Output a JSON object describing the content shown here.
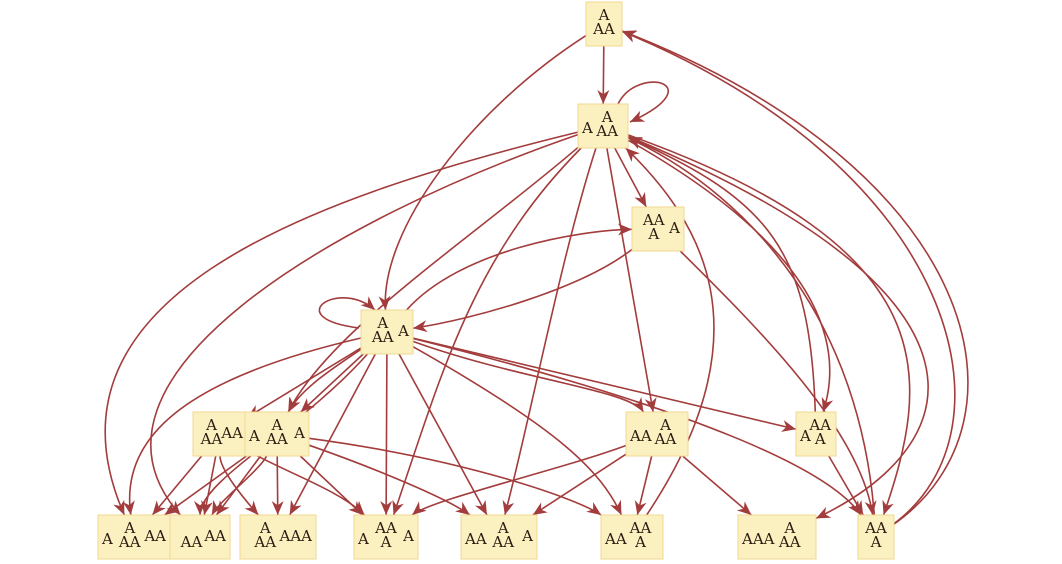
{
  "graph": {
    "nodes": [
      {
        "id": "n0",
        "lines": [
          "A",
          "AA"
        ]
      },
      {
        "id": "n1",
        "lines": [
          "A",
          "AA"
        ],
        "prefix": "A"
      },
      {
        "id": "n2",
        "lines": [
          "AA",
          "A"
        ],
        "suffix": "A"
      },
      {
        "id": "n3",
        "lines": [
          "A",
          "AA"
        ],
        "suffix": "A"
      },
      {
        "id": "n4",
        "lines": [
          "A",
          "AA"
        ],
        "suffix": "AA"
      },
      {
        "id": "n5",
        "lines": [
          "A",
          "AA"
        ],
        "prefix": "A",
        "suffix": "A"
      },
      {
        "id": "n6",
        "lines": [
          "A",
          "AA"
        ],
        "prefix": "AA"
      },
      {
        "id": "n7",
        "lines": [
          "AA",
          "A"
        ],
        "prefix": "A"
      },
      {
        "id": "n8",
        "lines": [
          "A",
          "AA"
        ],
        "prefix": "A",
        "suffix": "AA"
      },
      {
        "id": "n9",
        "lines": [
          "",
          "AA"
        ],
        "prefix": "",
        "suffix": "AA"
      },
      {
        "id": "n10",
        "lines": [
          "A",
          "AA"
        ],
        "suffix": "AAA"
      },
      {
        "id": "n11",
        "lines": [
          "AA",
          "A"
        ],
        "prefix": "A",
        "suffix": "A"
      },
      {
        "id": "n12",
        "lines": [
          "A",
          "AA"
        ],
        "prefix": "AA",
        "suffix": "A"
      },
      {
        "id": "n13",
        "lines": [
          "AA",
          "A"
        ],
        "prefix": "AA"
      },
      {
        "id": "n14",
        "lines": [
          "A",
          "AA"
        ],
        "prefix": "AAA"
      },
      {
        "id": "n15",
        "lines": [
          "AA",
          "A"
        ]
      }
    ]
  }
}
